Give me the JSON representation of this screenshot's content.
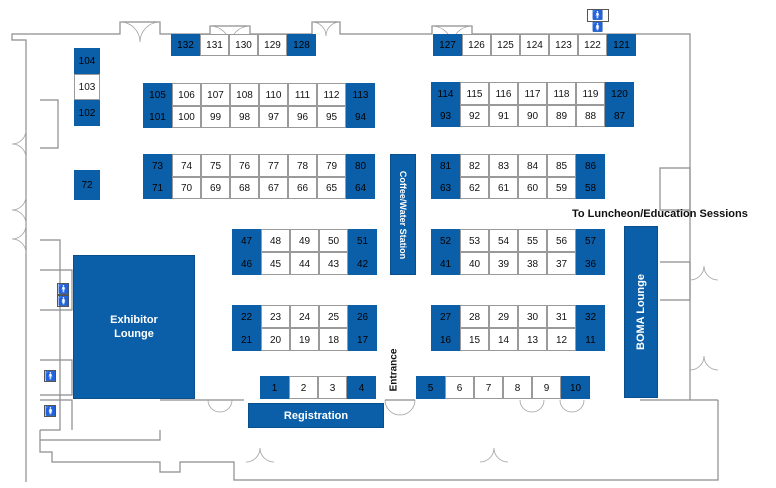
{
  "booth_rows": [
    {
      "numbers": [
        "132",
        "131",
        "130",
        "129",
        "128"
      ],
      "blue": [
        "132",
        "128"
      ]
    },
    {
      "numbers": [
        "127",
        "126",
        "125",
        "124",
        "123",
        "122",
        "121"
      ],
      "blue": [
        "127",
        "121"
      ]
    },
    {
      "numbers": [
        "104",
        "103",
        "102"
      ],
      "blue": [
        "104",
        "102"
      ]
    },
    {
      "numbers": [
        "105",
        "106",
        "107",
        "108",
        "110",
        "111",
        "112",
        "113"
      ],
      "blue": [
        "105",
        "113"
      ]
    },
    {
      "numbers": [
        "101",
        "100",
        "99",
        "98",
        "97",
        "96",
        "95",
        "94"
      ],
      "blue": [
        "101",
        "94"
      ]
    },
    {
      "numbers": [
        "114",
        "115",
        "116",
        "117",
        "118",
        "119",
        "120"
      ],
      "blue": [
        "114",
        "120"
      ]
    },
    {
      "numbers": [
        "93",
        "92",
        "91",
        "90",
        "89",
        "88",
        "87"
      ],
      "blue": [
        "93",
        "87"
      ]
    },
    {
      "numbers": [
        "73",
        "74",
        "75",
        "76",
        "77",
        "78",
        "79",
        "80"
      ],
      "blue": [
        "73",
        "80"
      ]
    },
    {
      "numbers": [
        "71",
        "70",
        "69",
        "68",
        "67",
        "66",
        "65",
        "64"
      ],
      "blue": [
        "71",
        "64"
      ]
    },
    {
      "numbers": [
        "81",
        "82",
        "83",
        "84",
        "85",
        "86"
      ],
      "blue": [
        "81",
        "86"
      ]
    },
    {
      "numbers": [
        "63",
        "62",
        "61",
        "60",
        "59",
        "58"
      ],
      "blue": [
        "63",
        "58"
      ]
    },
    {
      "numbers": [
        "72"
      ],
      "blue": [
        "72"
      ]
    },
    {
      "numbers": [
        "47",
        "48",
        "49",
        "50",
        "51"
      ],
      "blue": [
        "47",
        "51"
      ]
    },
    {
      "numbers": [
        "46",
        "45",
        "44",
        "43",
        "42"
      ],
      "blue": [
        "46",
        "42"
      ]
    },
    {
      "numbers": [
        "52",
        "53",
        "54",
        "55",
        "56",
        "57"
      ],
      "blue": [
        "52",
        "57"
      ]
    },
    {
      "numbers": [
        "41",
        "40",
        "39",
        "38",
        "37",
        "36"
      ],
      "blue": [
        "41",
        "36"
      ]
    },
    {
      "numbers": [
        "22",
        "23",
        "24",
        "25",
        "26"
      ],
      "blue": [
        "22",
        "26"
      ]
    },
    {
      "numbers": [
        "21",
        "20",
        "19",
        "18",
        "17"
      ],
      "blue": [
        "21",
        "17"
      ]
    },
    {
      "numbers": [
        "27",
        "28",
        "29",
        "30",
        "31",
        "32"
      ],
      "blue": [
        "27",
        "32"
      ]
    },
    {
      "numbers": [
        "16",
        "15",
        "14",
        "13",
        "12",
        "11"
      ],
      "blue": [
        "16",
        "11"
      ]
    },
    {
      "numbers": [
        "1",
        "2",
        "3",
        "4"
      ],
      "blue": [
        "1",
        "4"
      ]
    },
    {
      "numbers": [
        "5",
        "6",
        "7",
        "8",
        "9",
        "10"
      ],
      "blue": [
        "5",
        "10"
      ]
    }
  ],
  "areas": {
    "exhibitor_lounge": "Exhibitor Lounge",
    "coffee_station": "Coffee/Water Station",
    "boma_lounge": "BOMA Lounge",
    "registration": "Registration"
  },
  "labels": {
    "entrance": "Entrance",
    "luncheon": "To Luncheon/Education Sessions"
  },
  "icons": {
    "restroom": "restroom-icon",
    "men": "men-restroom-icon",
    "women": "women-restroom-icon",
    "door": "door-swing"
  },
  "colors": {
    "booth_blue": "#0b5fa8",
    "wall": "#8c8c8c",
    "booth_border": "#9a9a9a"
  }
}
